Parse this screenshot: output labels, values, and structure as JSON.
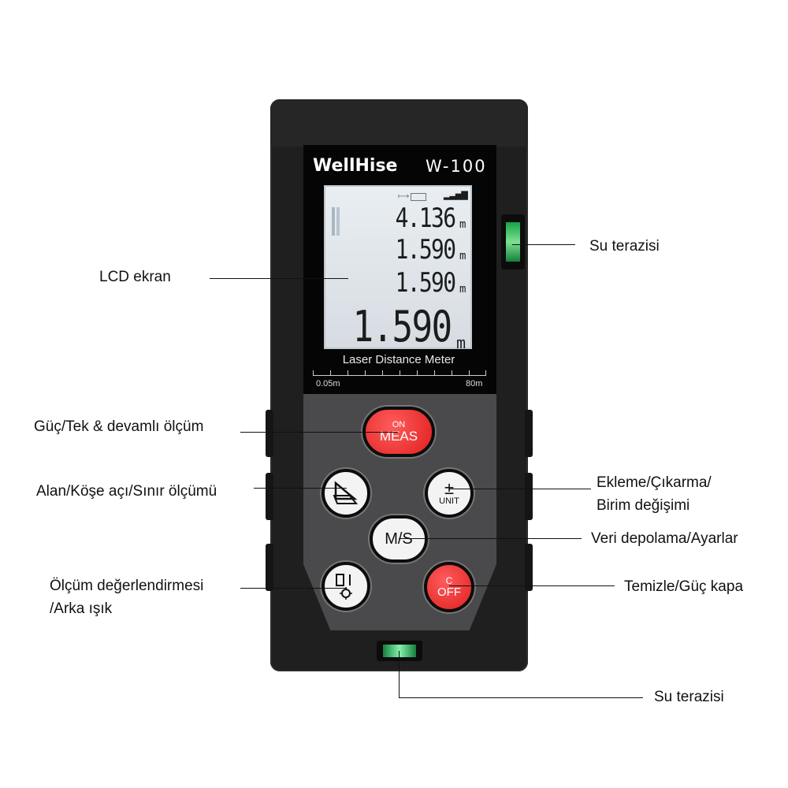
{
  "device": {
    "brand": "WellHise",
    "model": "W-100",
    "lcd": {
      "row1": "4.136",
      "row2": "1.590",
      "row3": "1.590",
      "main": "1.590",
      "unit": "m"
    },
    "caption": "Laser Distance Meter",
    "scale_min": "0.05m",
    "scale_max": "80m",
    "buttons": {
      "meas_top": "ON",
      "meas_bottom": "MEAS",
      "unit_top": "±",
      "unit_bottom": "UNIT",
      "ms": "M/S",
      "off_top": "C",
      "off_bottom": "OFF"
    }
  },
  "labels": {
    "lcd": "LCD ekran",
    "level_side": "Su terazisi",
    "meas": "Güç/Tek & devamlı ölçüm",
    "area": "Alan/Köşe açı/Sınır ölçümü",
    "unit_line1": "Ekleme/Çıkarma/",
    "unit_line2": "Birim değişimi",
    "ms": "Veri depolama/Ayarlar",
    "eval_line1": "Ölçüm değerlendirmesi",
    "eval_line2": "/Arka ışık",
    "off": "Temizle/Güç kapa",
    "level_bottom": "Su terazisi"
  },
  "colors": {
    "body": "#1f1f20",
    "keypad": "#4a4a4c",
    "red_button": "#e01f1f",
    "bubble": "#16a34a"
  }
}
